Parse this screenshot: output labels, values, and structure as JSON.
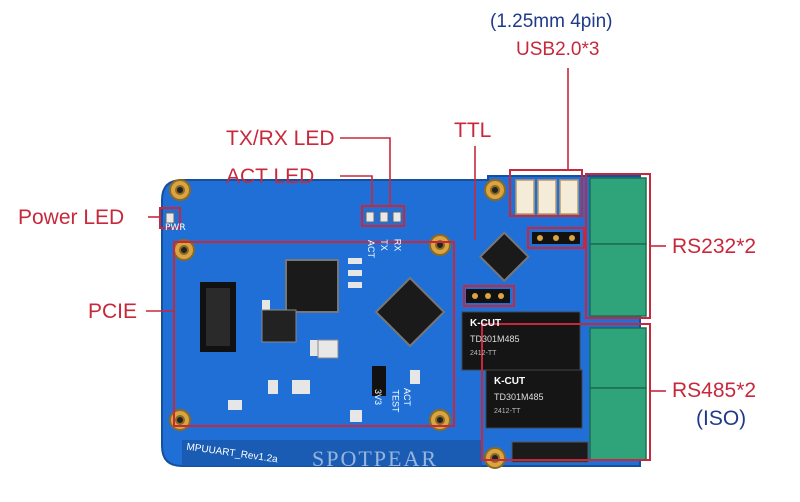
{
  "labels": {
    "usb_pin": "(1.25mm 4pin)",
    "usb": "USB2.0*3",
    "txrx_led": "TX/RX LED",
    "act_led": "ACT LED",
    "ttl": "TTL",
    "power_led": "Power LED",
    "pcie": "PCIE",
    "rs232": "RS232*2",
    "rs485": "RS485*2",
    "iso": "(ISO)"
  },
  "board": {
    "revision": "MPUUART_Rev1.2a",
    "watermark": "SPOTPEAR",
    "silk_pwr": "PWR",
    "silk_act": "ACT",
    "silk_tx": "TX",
    "silk_rx": "RX",
    "silk_3v3": "3V3",
    "silk_test": "TEST",
    "silk_act2": "ACT",
    "chip_brand": "K-CUT",
    "chip_model": "TD301M485",
    "chip_date": "2412-TT"
  },
  "colors": {
    "label_red": "#c8283c",
    "label_blue": "#1f3a8a",
    "pcb_blue": "#1f6fd6",
    "terminal_green": "#2fa37a"
  }
}
